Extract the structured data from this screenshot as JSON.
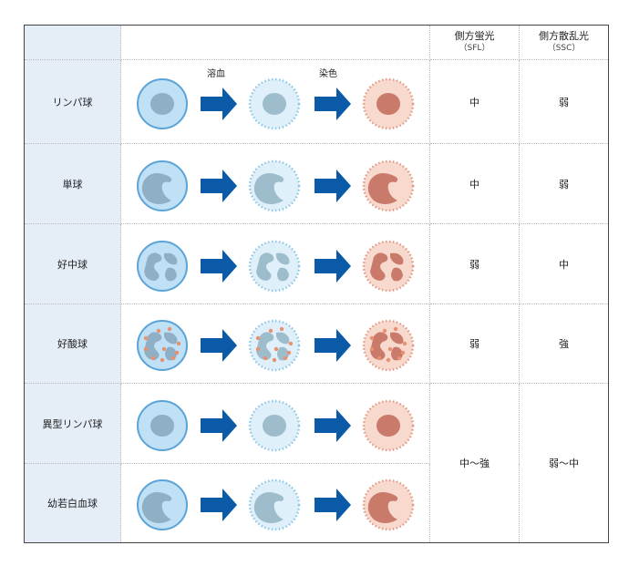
{
  "header": {
    "sfl": "側方蛍光",
    "sfl_sub": "（SFL）",
    "ssc": "側方散乱光",
    "ssc_sub": "（SSC）"
  },
  "steps": {
    "lysis": "溶血",
    "stain": "染色"
  },
  "rows": [
    {
      "label": "リンパ球",
      "sfl": "中",
      "ssc": "弱",
      "nucleus": "round"
    },
    {
      "label": "単球",
      "sfl": "中",
      "ssc": "弱",
      "nucleus": "kidney"
    },
    {
      "label": "好中球",
      "sfl": "弱",
      "ssc": "中",
      "nucleus": "lobed"
    },
    {
      "label": "好酸球",
      "sfl": "弱",
      "ssc": "強",
      "nucleus": "lobed-granules"
    },
    {
      "label": "異型リンパ球",
      "nucleus": "round"
    },
    {
      "label": "幼若白血球",
      "nucleus": "kidney"
    }
  ],
  "merged": {
    "sfl": "中～強",
    "ssc": "弱～中"
  },
  "colors": {
    "arrow": "#0a5aa8",
    "label_bg": "#e5edf7"
  }
}
